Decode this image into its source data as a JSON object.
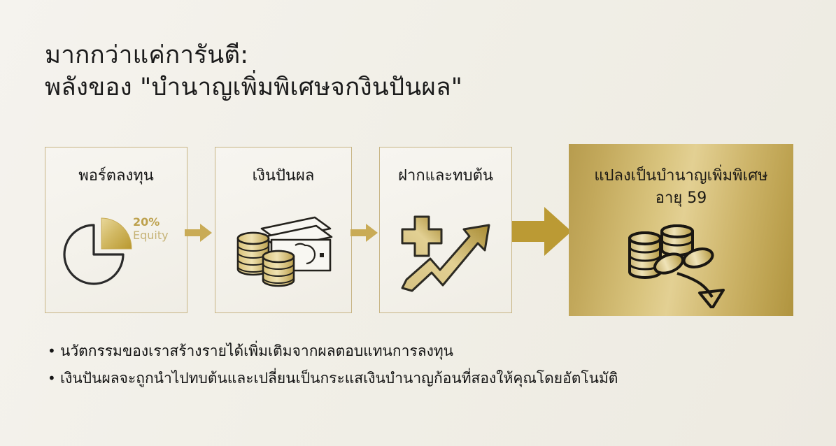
{
  "title": {
    "line1": "มากกว่าแค่การันตี:",
    "line2": "พลังของ \"บำนาญเพิ่มพิเศษจกงินปันผล\""
  },
  "flow": {
    "steps": [
      {
        "label": "พอร์ตลงทุน",
        "icon": "pie-chart-icon",
        "pie_percent": "20%",
        "pie_category": "Equity"
      },
      {
        "label": "เงินปันผล",
        "icon": "coins-and-banknotes-icon"
      },
      {
        "label": "ฝากและทบต้น",
        "icon": "plus-and-growth-arrow-icon"
      }
    ],
    "highlight": {
      "label": "แปลงเป็นบำนาญเพิ่มพิเศษ",
      "age_label": "อายุ 59",
      "icon": "coins-falling-arrow-icon"
    },
    "connector_icon": "arrow-right-icon",
    "main_connector_icon": "arrow-right-large-icon"
  },
  "bullets": [
    {
      "marker": "•",
      "text": "นวัตกรรมของเราสร้างรายได้เพิ่มเติมจากผลตอบแทนการลงทุน"
    },
    {
      "marker": "•",
      "text": "เงินปันผลจะถูกนำไปทบต้นและเปลี่ยนเป็นกระแสเงินบำนาญก้อนที่สองให้คุณโดยอัตโนมัติ"
    }
  ],
  "colors": {
    "background": "#f3f1ea",
    "gold_accent": "#c2a24a",
    "gold_border": "#c8b585",
    "gold_light": "#e3d093",
    "text_dark": "#141414"
  }
}
